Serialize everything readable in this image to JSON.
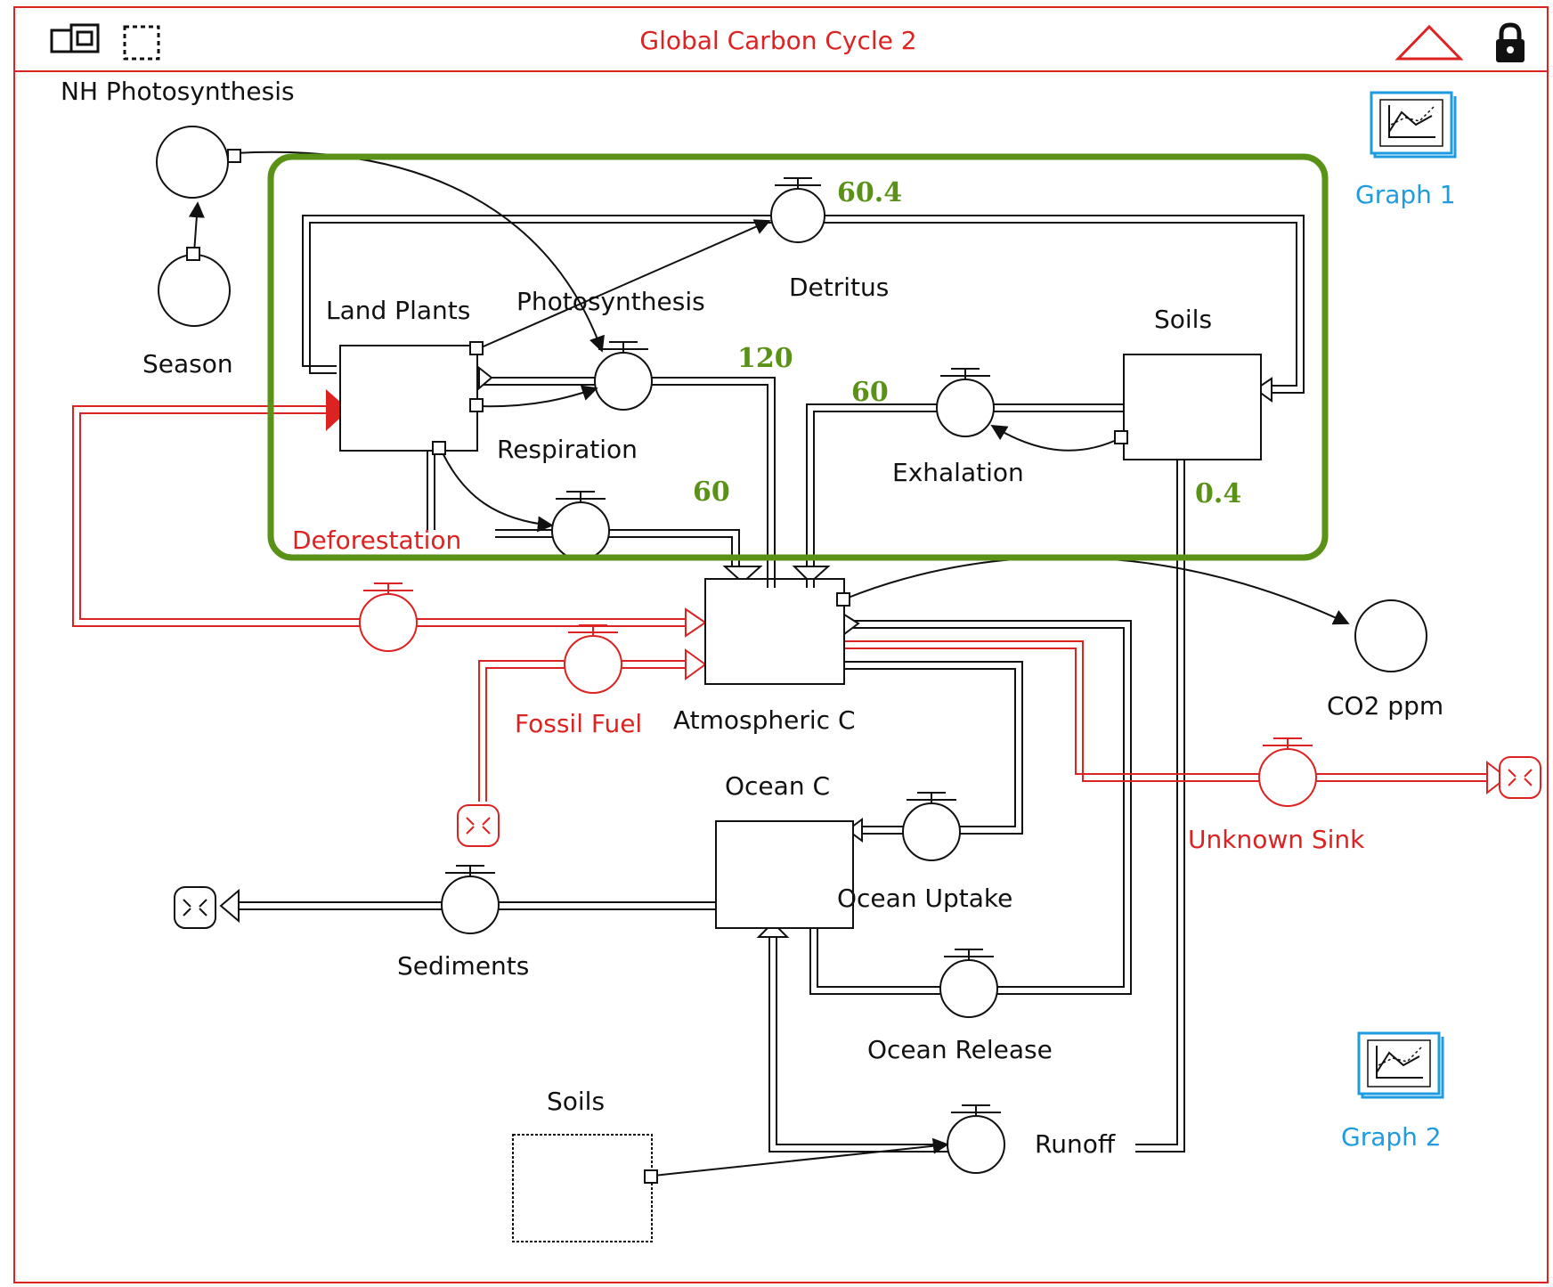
{
  "window": {
    "title": "Global Carbon Cycle 2"
  },
  "toolbar": {
    "icons": [
      "window-layers-icon",
      "selection-icon",
      "up-triangle-icon",
      "lock-icon"
    ]
  },
  "labels": {
    "nh_photosynthesis": "NH Photosynthesis",
    "season": "Season",
    "land_plants": "Land Plants",
    "photosynthesis": "Photosynthesis",
    "detritus": "Detritus",
    "soils": "Soils",
    "respiration": "Respiration",
    "exhalation": "Exhalation",
    "deforestation": "Deforestation",
    "fossil_fuel": "Fossil Fuel",
    "atmospheric_c": "Atmospheric C",
    "co2_ppm": "CO2 ppm",
    "ocean_c": "Ocean C",
    "unknown_sink": "Unknown Sink",
    "ocean_uptake": "Ocean Uptake",
    "sediments": "Sediments",
    "ocean_release": "Ocean Release",
    "soils_ghost": "Soils",
    "runoff": "Runoff",
    "graph1": "Graph 1",
    "graph2": "Graph 2"
  },
  "annotations": {
    "detritus_flux": "60.4",
    "photosynthesis_flux": "120",
    "exhalation_flux": "60",
    "respiration_flux": "60",
    "runoff_flux": "0.4"
  },
  "colors": {
    "frame": "#dd2222",
    "highlight": "#5a9218",
    "graph_icon": "#1f9be0",
    "ink": "#111111"
  }
}
